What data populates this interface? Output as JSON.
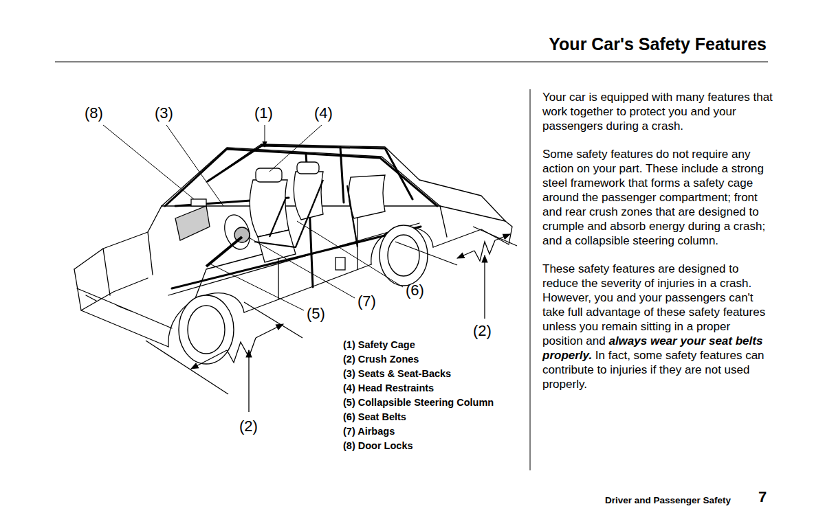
{
  "diagram": {
    "title": "Your Car's Safety Features",
    "labels": [
      "(8)",
      "(3)",
      "(1)",
      "(4)",
      "(6)",
      "(7)",
      "(5)",
      "(2)",
      "(2)",
      "(1) Safety Cage",
      "(2) Crush Zones",
      "(3) Seats & Seat-Backs",
      "(4) Head Restraints",
      "(5) Collapsible Steering Column",
      "(6) Seat Belts",
      "(7) Airbags",
      "(8) Door Locks",
      "Your car is equipped with many features that work together to protect you and your passengers during a crash.",
      "Some safety features do not require any action on your part. These include a strong steel framework that forms a safety cage around the passenger compartment; front and rear crush zones that are designed to crumple and absorb energy during a crash; and a collapsible steering column.",
      "These safety features are designed to reduce the severity of injuries in a crash. However, you and your passengers can't take full advantage of these safety features unless you remain sitting in a proper position and",
      "always wear your seat belts properly.",
      "In fact, some safety features can contribute to injuries if they are not used properly.",
      "Driver and Passenger Safety",
      "7"
    ]
  }
}
